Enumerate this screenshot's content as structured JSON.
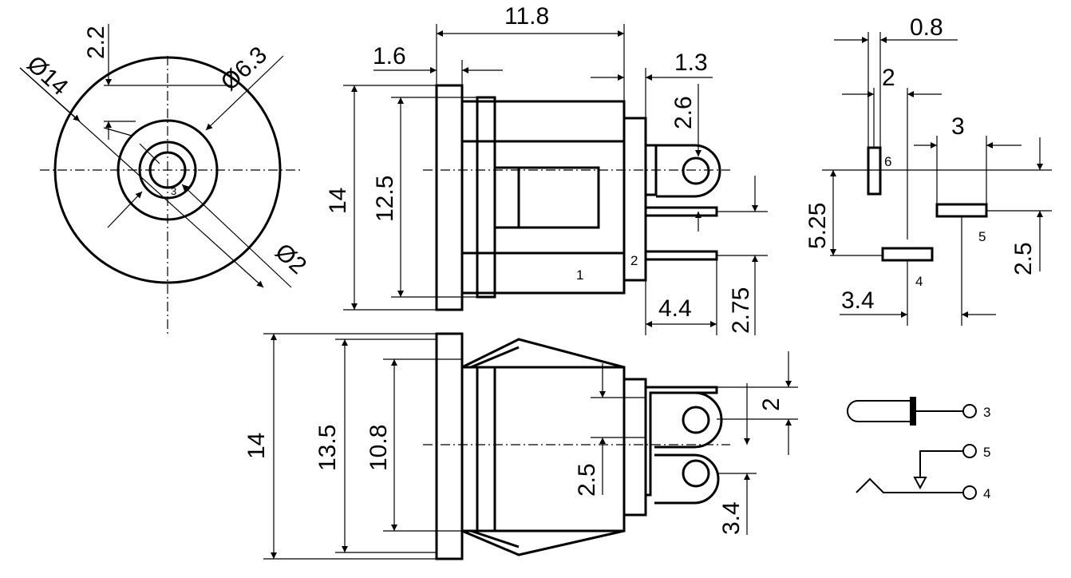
{
  "front_view": {
    "outer_diameter": "Ø14",
    "middle_diameter": "Ø6.3",
    "inner_diameter": "Ø2",
    "offset": "2.2",
    "pin_label": "3"
  },
  "side_view": {
    "overall_length": "11.8",
    "flange_thickness": "1.6",
    "rear_offset": "1.3",
    "lug_height": "2.6",
    "flange_height": "14",
    "body_height": "12.5",
    "pin_spacing": "4.4",
    "pin_offset": "2.75",
    "pin1_label": "1",
    "pin2_label": "2"
  },
  "top_view": {
    "flange_height": "14",
    "outer_height": "13.5",
    "body_height": "10.8",
    "lug_width": "2",
    "lug_offset": "2.5",
    "bottom_offset": "3.4"
  },
  "pcb_layout": {
    "pin_width": "0.8",
    "pin_gap": "2",
    "pad_width": "3",
    "vertical_offset": "5.25",
    "pad_offset": "2.5",
    "horizontal_offset": "3.4",
    "pin6_label": "6",
    "pin5_label": "5",
    "pin4_label": "4"
  },
  "schematic": {
    "pin3_label": "3",
    "pin5_label": "5",
    "pin4_label": "4"
  }
}
